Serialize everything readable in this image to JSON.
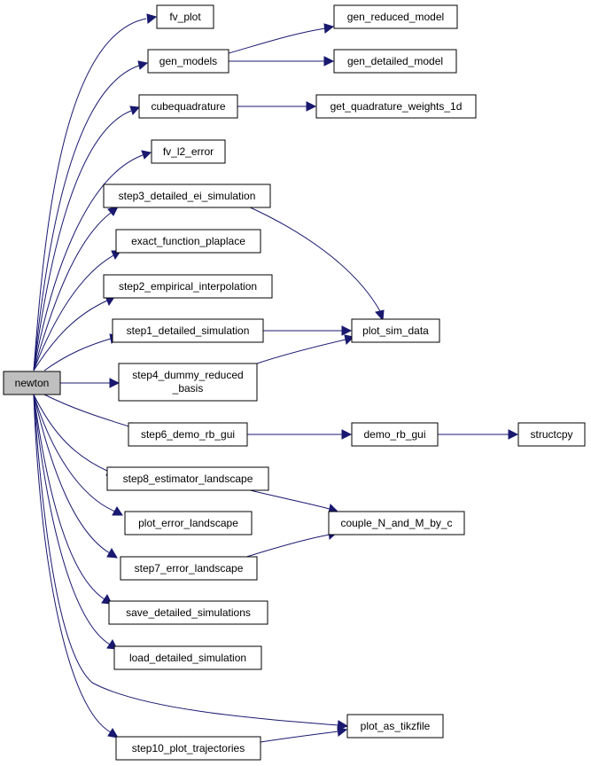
{
  "diagram": {
    "nodes": {
      "newton": "newton",
      "fv_plot": "fv_plot",
      "gen_models": "gen_models",
      "cubequadrature": "cubequadrature",
      "fv_l2_error": "fv_l2_error",
      "step3": "step3_detailed_ei_simulation",
      "exact": "exact_function_plaplace",
      "step2": "step2_empirical_interpolation",
      "step1": "step1_detailed_simulation",
      "step4_l1": "step4_dummy_reduced",
      "step4_l2": "_basis",
      "step6": "step6_demo_rb_gui",
      "step8": "step8_estimator_landscape",
      "plot_error": "plot_error_landscape",
      "step7": "step7_error_landscape",
      "save": "save_detailed_simulations",
      "load": "load_detailed_simulation",
      "step10": "step10_plot_trajectories",
      "gen_reduced": "gen_reduced_model",
      "gen_detailed": "gen_detailed_model",
      "get_quad": "get_quadrature_weights_1d",
      "plot_sim": "plot_sim_data",
      "demo_rb": "demo_rb_gui",
      "structcpy": "structcpy",
      "couple": "couple_N_and_M_by_c",
      "plot_tikz": "plot_as_tikzfile"
    },
    "edges": [
      [
        "newton",
        "fv_plot"
      ],
      [
        "newton",
        "gen_models"
      ],
      [
        "newton",
        "cubequadrature"
      ],
      [
        "newton",
        "fv_l2_error"
      ],
      [
        "newton",
        "step3"
      ],
      [
        "newton",
        "exact"
      ],
      [
        "newton",
        "step2"
      ],
      [
        "newton",
        "step1"
      ],
      [
        "newton",
        "step4"
      ],
      [
        "newton",
        "step6"
      ],
      [
        "newton",
        "step8"
      ],
      [
        "newton",
        "plot_error"
      ],
      [
        "newton",
        "step7"
      ],
      [
        "newton",
        "save"
      ],
      [
        "newton",
        "load"
      ],
      [
        "newton",
        "plot_tikz"
      ],
      [
        "newton",
        "step10"
      ],
      [
        "gen_models",
        "gen_reduced"
      ],
      [
        "gen_models",
        "gen_detailed"
      ],
      [
        "cubequadrature",
        "get_quad"
      ],
      [
        "step3",
        "plot_sim"
      ],
      [
        "step1",
        "plot_sim"
      ],
      [
        "step4",
        "plot_sim"
      ],
      [
        "step6",
        "demo_rb"
      ],
      [
        "demo_rb",
        "structcpy"
      ],
      [
        "step8",
        "couple"
      ],
      [
        "step7",
        "couple"
      ],
      [
        "step10",
        "plot_tikz"
      ]
    ],
    "colors": {
      "edge": "#191970",
      "root_fill": "#bfbfbf",
      "node_fill": "#ffffff",
      "node_border": "#000000"
    }
  }
}
